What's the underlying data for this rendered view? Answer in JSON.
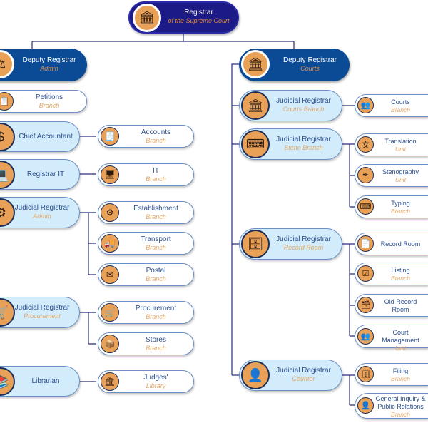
{
  "root": {
    "title": "Registrar",
    "subtitle": "of the Supreme Court",
    "icon": "courthouse-icon"
  },
  "admin": {
    "head": {
      "title": "Deputy Registrar",
      "subtitle": "Admin"
    },
    "petitions": {
      "title": "Petitions",
      "subtitle": "Branch"
    },
    "chief_accountant": {
      "title": "Chief Accountant"
    },
    "accounts": {
      "title": "Accounts",
      "subtitle": "Branch"
    },
    "registrar_it": {
      "title": "Registrar IT"
    },
    "it": {
      "title": "IT",
      "subtitle": "Branch"
    },
    "jr_admin": {
      "title": "Judicial Registrar",
      "subtitle": "Admin"
    },
    "establishment": {
      "title": "Establishment",
      "subtitle": "Branch"
    },
    "transport": {
      "title": "Transport",
      "subtitle": "Branch"
    },
    "postal": {
      "title": "Postal",
      "subtitle": "Branch"
    },
    "jr_procurement": {
      "title": "Judicial Registrar",
      "subtitle": "Procurement"
    },
    "procurement": {
      "title": "Procurement",
      "subtitle": "Branch"
    },
    "stores": {
      "title": "Stores",
      "subtitle": "Branch"
    },
    "librarian": {
      "title": "Librarian"
    },
    "library": {
      "title": "Judges'",
      "subtitle": "Library"
    }
  },
  "courts": {
    "head": {
      "title": "Deputy Registrar",
      "subtitle": "Courts"
    },
    "jr_courts": {
      "title": "Judicial Registrar",
      "subtitle": "Courts Branch"
    },
    "courts_branch": {
      "title": "Courts",
      "subtitle": "Branch"
    },
    "jr_steno": {
      "title": "Judicial Registrar",
      "subtitle": "Steno Branch"
    },
    "translation": {
      "title": "Translation",
      "subtitle": "Unit"
    },
    "stenography": {
      "title": "Stenography",
      "subtitle": "Unit"
    },
    "typing": {
      "title": "Typing",
      "subtitle": "Branch"
    },
    "jr_record": {
      "title": "Judicial Registrar",
      "subtitle": "Record Room"
    },
    "record_room": {
      "title": "Record Room"
    },
    "listing": {
      "title": "Listing",
      "subtitle": "Branch"
    },
    "old_record": {
      "title": "Old Record",
      "title2": "Room"
    },
    "court_mgmt": {
      "title": "Court Management",
      "subtitle": "Unit"
    },
    "jr_counter": {
      "title": "Judicial Registrar",
      "subtitle": "Counter"
    },
    "filing": {
      "title": "Filing",
      "subtitle": "Branch"
    },
    "inquiry": {
      "title": "General Inquiry &",
      "title2": "Public Relations",
      "subtitle": "Branch"
    }
  },
  "colors": {
    "navy": "#1b1a86",
    "blue": "#0b4b96",
    "light": "#d3ecfb",
    "orange": "#e9a057"
  }
}
